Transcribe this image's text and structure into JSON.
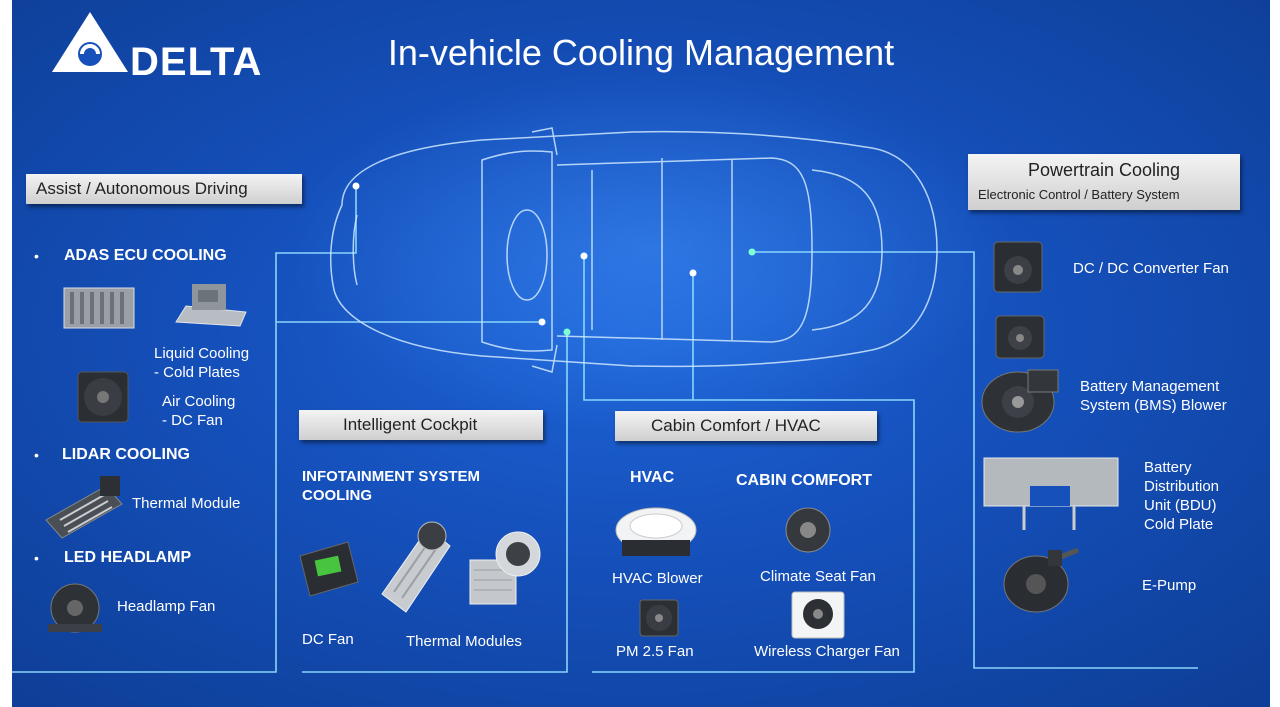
{
  "brand": {
    "name": "DELTA",
    "logo_icon": "delta-triangle-logo"
  },
  "title": "In-vehicle Cooling Management",
  "sections": {
    "assist": {
      "banner": "Assist / Autonomous Driving",
      "adas": {
        "heading": "ADAS  ECU COOLING",
        "liquid": "Liquid Cooling\n - Cold Plates",
        "air": "Air Cooling\n - DC Fan"
      },
      "lidar": {
        "heading": "LIDAR COOLING",
        "item": "Thermal  Module"
      },
      "led": {
        "heading": "LED HEADLAMP",
        "item": "Headlamp Fan"
      },
      "bullet": "•"
    },
    "cockpit": {
      "banner": "Intelligent Cockpit",
      "heading": "INFOTAINMENT SYSTEM\nCOOLING",
      "dc_fan": "DC Fan",
      "thermal": "Thermal  Modules"
    },
    "cabin": {
      "banner": "Cabin Comfort / HVAC",
      "hvac_heading": "HVAC",
      "comfort_heading": "CABIN COMFORT",
      "hvac_blower": "HVAC Blower",
      "climate_seat": "Climate Seat Fan",
      "pm25": "PM 2.5  Fan",
      "wireless": "Wireless Charger Fan"
    },
    "powertrain": {
      "banner": "Powertrain Cooling",
      "subtitle": "Electronic Control / Battery System",
      "dcdc": "DC / DC Converter Fan",
      "bms": "Battery Management\nSystem (BMS) Blower",
      "bdu": "Battery\nDistribution\nUnit (BDU)\nCold Plate",
      "epump": "E-Pump"
    }
  },
  "colors": {
    "background": "#1550bb",
    "line": "#7fd3ff",
    "banner": "#e6e6e6"
  }
}
